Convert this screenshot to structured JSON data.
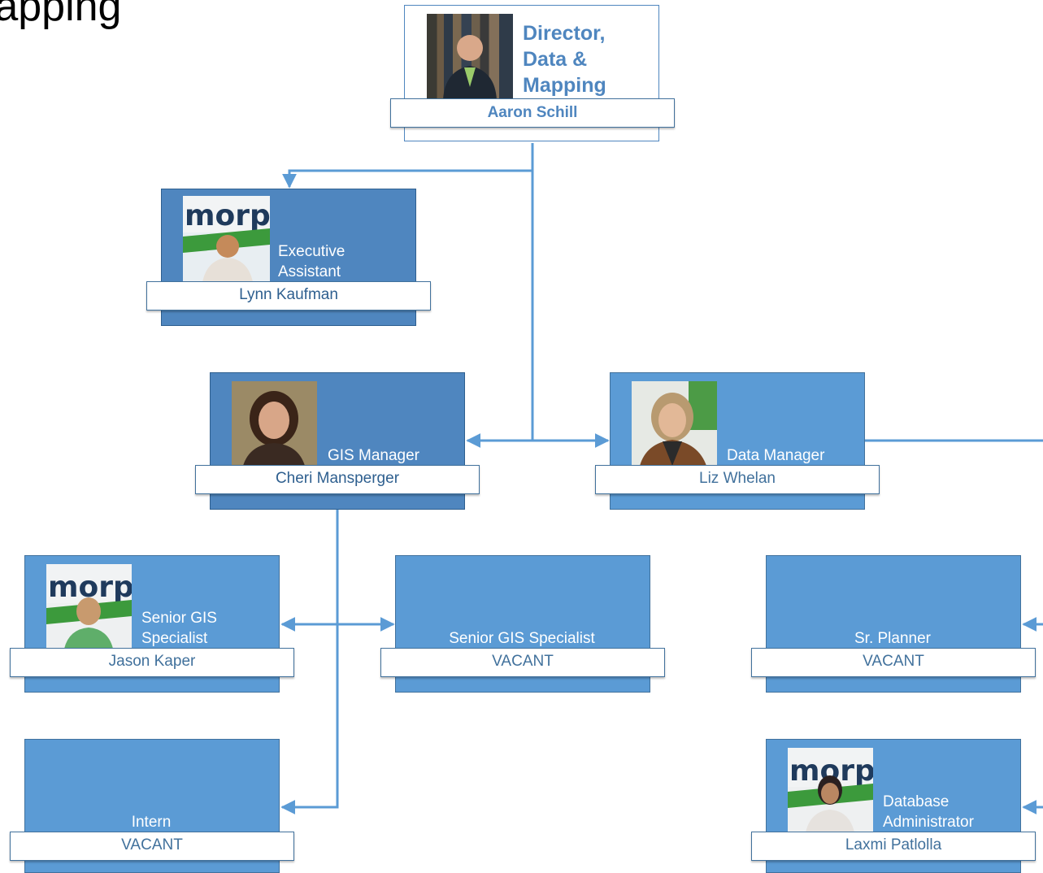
{
  "page": {
    "title": "Mapping"
  },
  "director": {
    "role": "Director, Data & Mapping",
    "role_lines": [
      "Director,",
      "Data &",
      "Mapping"
    ],
    "name": "Aaron Schill"
  },
  "exec_assistant": {
    "role_lines": [
      "Executive",
      "Assistant"
    ],
    "name": "Lynn Kaufman"
  },
  "gis_manager": {
    "role": "GIS Manager",
    "name": "Cheri Mansperger"
  },
  "data_manager": {
    "role": "Data Manager",
    "name": "Liz Whelan"
  },
  "senior_gis_1": {
    "role_lines": [
      "Senior GIS",
      "Specialist"
    ],
    "name": "Jason Kaper"
  },
  "senior_gis_2": {
    "role": "Senior GIS Specialist",
    "name": "VACANT"
  },
  "sr_planner": {
    "role": "Sr. Planner",
    "name": "VACANT"
  },
  "intern": {
    "role": "Intern",
    "name": "VACANT"
  },
  "db_admin": {
    "role_lines": [
      "Database",
      "Administrator"
    ],
    "name": "Laxmi Patlolla"
  },
  "colors": {
    "box": "#5b9bd5",
    "box_dark": "#4f86bf",
    "connector": "#5b9bd5",
    "name_text": "#41719c"
  },
  "photo_logo_text": "morpc"
}
